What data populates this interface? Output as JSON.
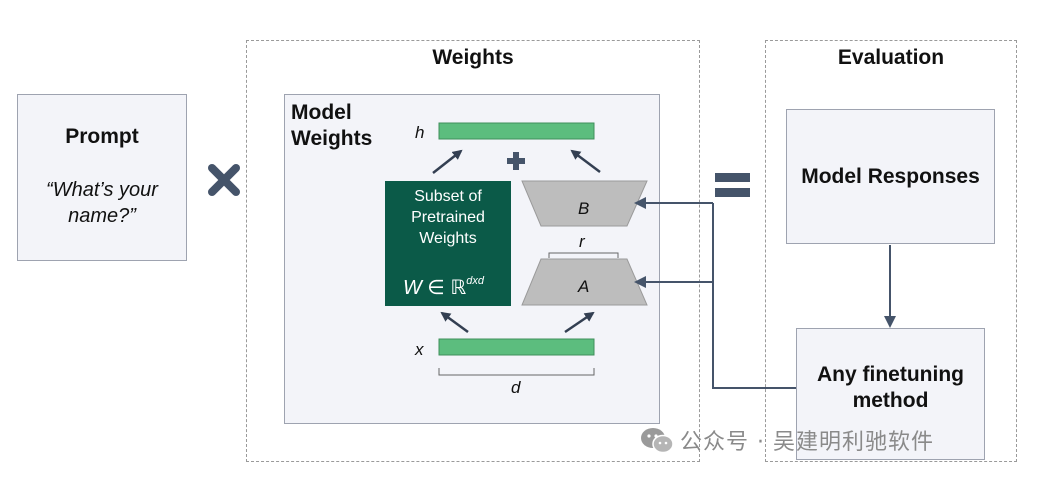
{
  "prompt": {
    "title": "Prompt",
    "quote_line1": "“What’s your",
    "quote_line2": "name?”"
  },
  "operators": {
    "multiply_icon": "multiply-cross-icon",
    "equals_icon": "equals-icon",
    "plus_icon": "plus-icon"
  },
  "weights": {
    "section_title": "Weights",
    "panel_title_line1": "Model",
    "panel_title_line2": "Weights",
    "h_label": "h",
    "x_label": "x",
    "d_label": "d",
    "r_label": "r",
    "B_label": "B",
    "A_label": "A",
    "pretrained_line1": "Subset of",
    "pretrained_line2": "Pretrained",
    "pretrained_line3": "Weights",
    "pretrained_formula": "W ∈ ℝ",
    "pretrained_superscript": "dxd"
  },
  "evaluation": {
    "section_title": "Evaluation",
    "responses": "Model Responses",
    "finetune_line1": "Any finetuning",
    "finetune_line2": "method"
  },
  "watermark": {
    "text": "公众号 · 吴建明利驰软件"
  },
  "colors": {
    "green_bar": "#5cbd7e",
    "dark_green": "#0b5a48",
    "trapezoid_gray": "#bdbdbd",
    "operator_slate": "#45546a",
    "arrow": "#333f52"
  }
}
